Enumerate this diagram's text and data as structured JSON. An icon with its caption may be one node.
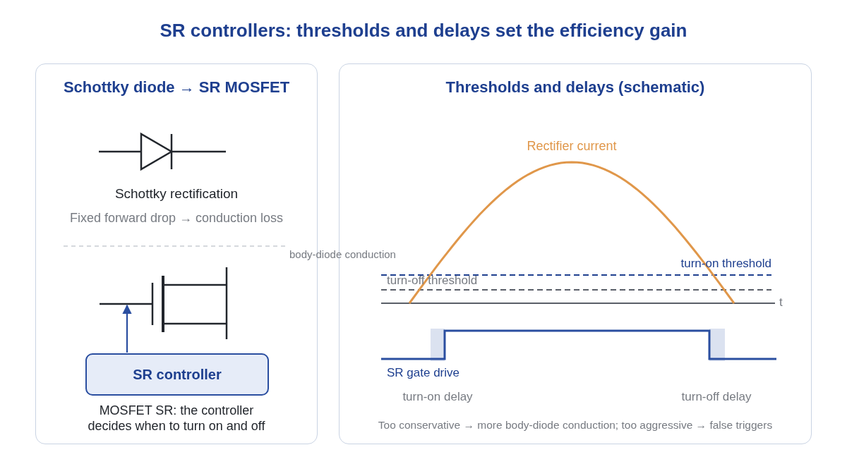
{
  "diagram": {
    "title": "SR controllers: thresholds and delays set the efficiency gain",
    "nodes": [
      {
        "text": [
          "Schottky diode → SR MOSFET"
        ]
      },
      {
        "text": [
          "Thresholds and delays (schematic)"
        ]
      },
      {
        "text": [],
        "shape": "transistor",
        "in": 0
      },
      {
        "text": [
          "SR controller"
        ],
        "in": 0
      }
    ],
    "edges": [
      {
        "from": 3,
        "to": 2,
        "arrow": "to"
      }
    ],
    "labels": [
      "Schottky rectification",
      "Fixed forward drop → conduction loss",
      "body-diode conduction",
      "MOSFET SR: the controller decides when to turn on and off",
      "Rectifier current",
      "turn-on threshold",
      "turn-off threshold",
      "t",
      "SR gate drive",
      "turn-on delay",
      "turn-off delay",
      "Too conservative → more body-diode conduction; too aggressive → false triggers"
    ]
  }
}
